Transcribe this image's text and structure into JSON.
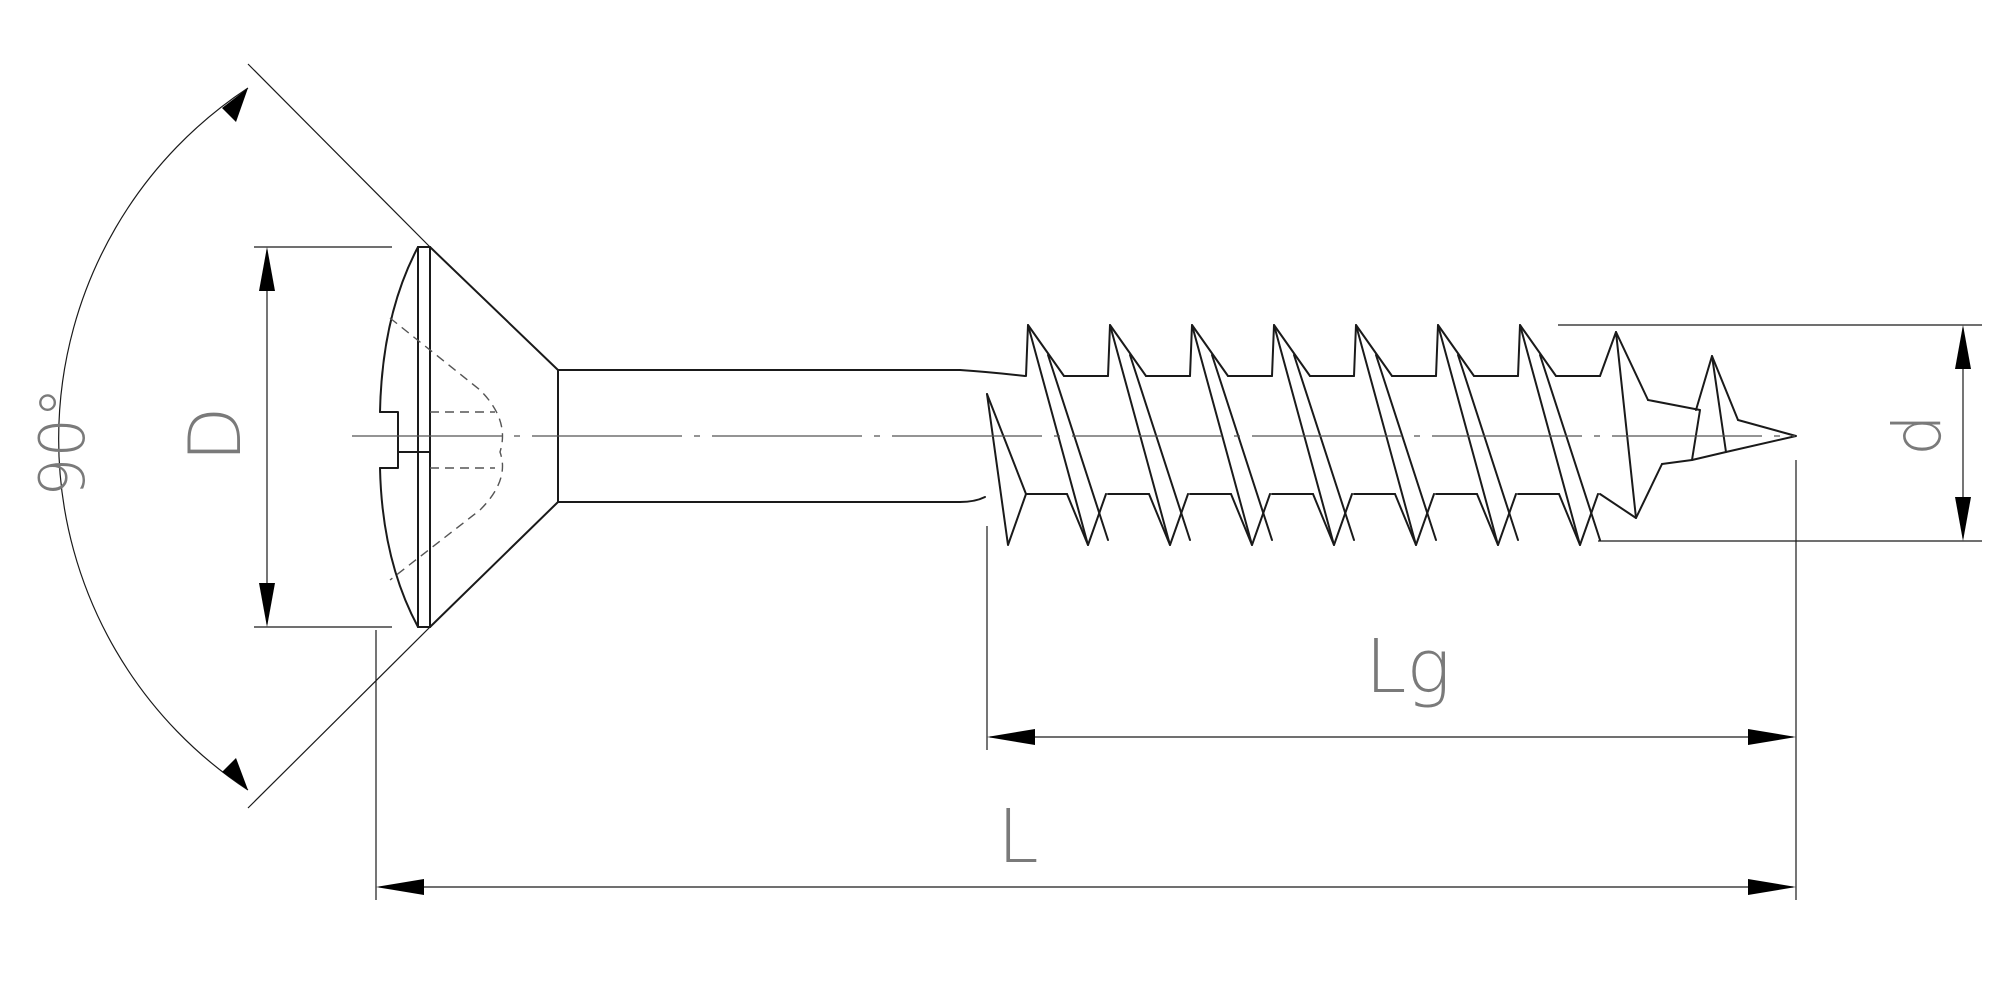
{
  "drawing": {
    "subject": "",
    "labels": {
      "head_diameter": "D",
      "angle": "90°",
      "thread_diameter": "d",
      "thread_length": "Lg",
      "total_length": "L"
    }
  },
  "colors": {
    "line": "#1a1a1a",
    "label": "#7a7a7a",
    "background": "#ffffff"
  }
}
